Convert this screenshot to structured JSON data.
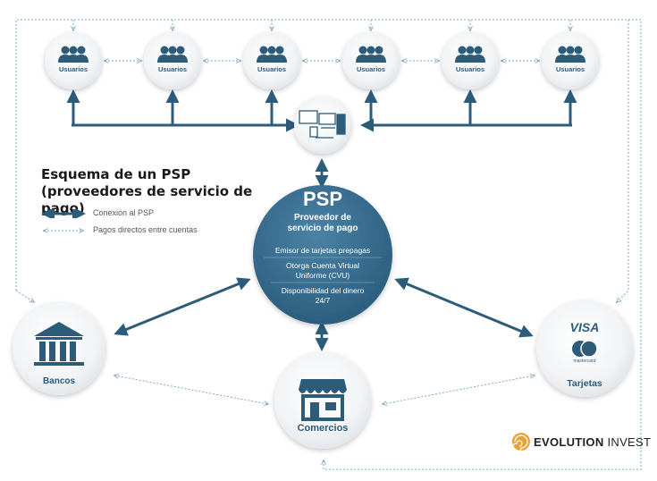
{
  "title": "Esquema de un  PSP (proveedores de servicio de pago)",
  "legend": {
    "solid": "Conexión al PSP",
    "dotted": "Pagos directos entre cuentas"
  },
  "users": [
    "Usuarios",
    "Usuarios",
    "Usuarios",
    "Usuarios",
    "Usuarios",
    "Usuarios"
  ],
  "psp": {
    "acronym": "PSP",
    "name": "Proveedor de servicio de pago",
    "features": [
      "Emisor de tarjetas prepagas",
      "Otorga Cuenta Virtual Uniforme (CVU)",
      "Disponibilidad del dinero 24/7"
    ]
  },
  "nodes": {
    "bancos": "Bancos",
    "comercios": "Comercios",
    "tarjetas": "Tarjetas",
    "visa": "VISA",
    "mastercard": "mastercard"
  },
  "logo": {
    "bold": "EVOLUTION",
    "light": "INVEST"
  },
  "colors": {
    "primary": "#2d5c7b",
    "psp": "#2f6485",
    "dotted": "#7fa8c4",
    "circle": "#eef1f4"
  }
}
